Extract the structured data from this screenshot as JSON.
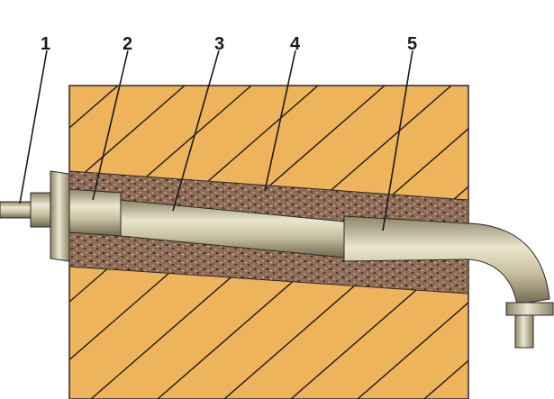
{
  "callouts": [
    {
      "id": "1",
      "label": "1"
    },
    {
      "id": "2",
      "label": "2"
    },
    {
      "id": "3",
      "label": "3"
    },
    {
      "id": "4",
      "label": "4"
    },
    {
      "id": "5",
      "label": "5"
    }
  ],
  "colors": {
    "wall": "#EDB45C",
    "hatch": "#1a1a1a",
    "fill_compound": "#8E6C57",
    "metal_light": "#EAE6CF",
    "metal_mid": "#C7BF9E",
    "metal_dark": "#8C8466",
    "outline": "#2a2a2a"
  }
}
